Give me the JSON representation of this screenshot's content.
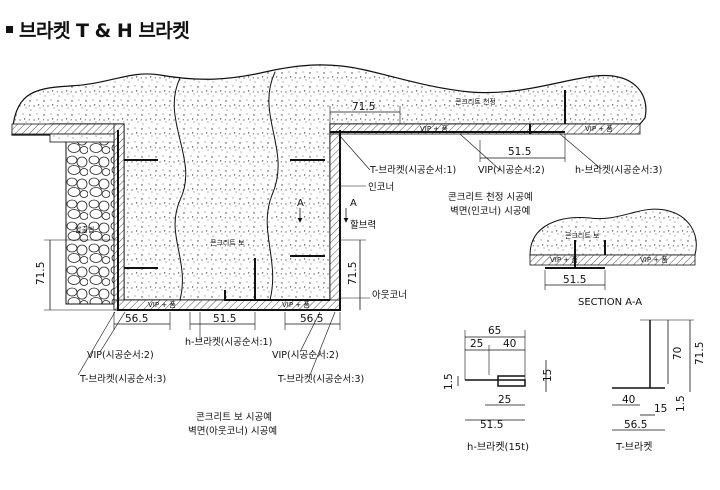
{
  "title": "브라켓 T & H 브라켓",
  "labels": {
    "vip": "VIP + 폼",
    "ceiling_concrete": "콘크리트 천정",
    "concrete_beam": "콘크리트 보",
    "compression_rod": "압출법",
    "inner_corner": "인코너",
    "outer_corner": "아웃코너",
    "bracket_force": "할브력",
    "section_a_left": "A",
    "section_a_right": "A"
  },
  "dimensions": {
    "top_span": "71.5",
    "right_span": "51.5",
    "left_vertical": "71.5",
    "right_vertical": "71.5",
    "bottom_left": "56.5",
    "bottom_mid": "51.5",
    "bottom_right": "56.5",
    "section_dim": "51.5",
    "h_total": "65",
    "h_left": "25",
    "h_right": "40",
    "h_thick_left": "1.5",
    "h_flange": "15",
    "h_inner": "25",
    "h_bottom": "51.5",
    "t_height": "70",
    "t_total_height": "71.5",
    "t_left": "40",
    "t_mid": "15",
    "t_thick": "1.5",
    "t_bottom": "56.5"
  },
  "callouts": {
    "t_bracket_1": "T-브라켓(시공순서:1)",
    "vip_2_top": "VIP(시공순서:2)",
    "h_bracket_3": "h-브라켓(시공순서:3)",
    "h_bracket_1": "h-브라켓(시공순서:1)",
    "vip_2_left": "VIP(시공순서:2)",
    "vip_2_right": "VIP(시공순서:2)",
    "t_bracket_3_left": "T-브라켓(시공순서:3)",
    "t_bracket_3_right": "T-브라켓(시공순서:3)"
  },
  "captions": {
    "ceiling_example": "콘크리트 천정 시공예",
    "ceiling_example_sub": "벽면(인코너) 시공예",
    "section_aa": "SECTION A-A",
    "beam_example": "콘크리트 보 시공예",
    "beam_example_sub": "벽면(아웃코너) 시공예",
    "h_bracket_name": "h-브라켓(15t)",
    "t_bracket_name": "T-브라켓"
  }
}
